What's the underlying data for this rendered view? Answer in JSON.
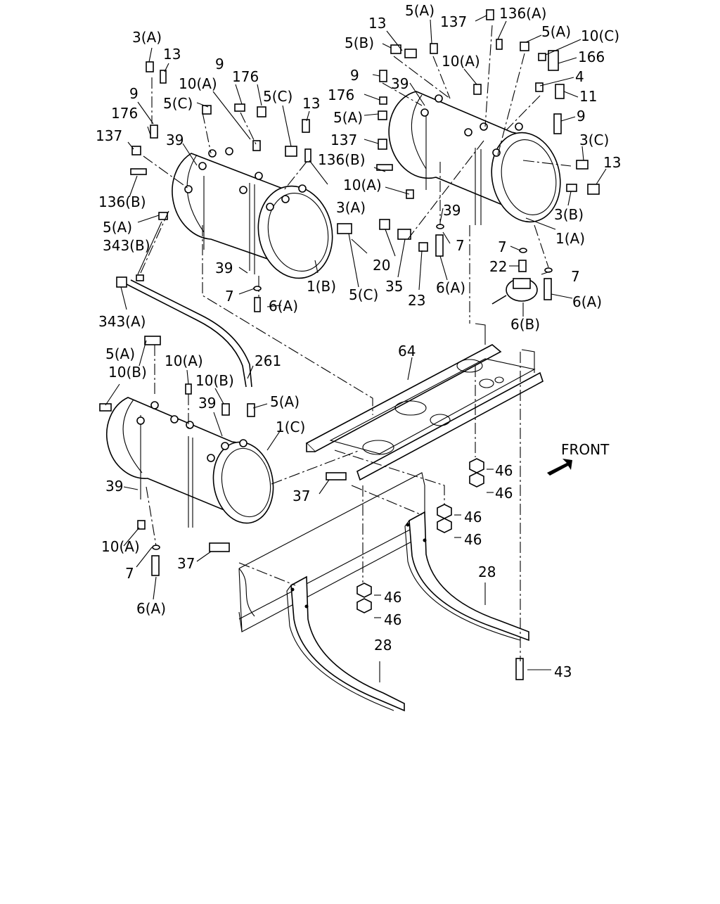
{
  "diagram": {
    "front_label": "FRONT",
    "labels": [
      {
        "id": "l1",
        "text": "3(A)"
      },
      {
        "id": "l2",
        "text": "13"
      },
      {
        "id": "l3",
        "text": "9"
      },
      {
        "id": "l4",
        "text": "176"
      },
      {
        "id": "l5",
        "text": "10(A)"
      },
      {
        "id": "l6",
        "text": "5(C)"
      },
      {
        "id": "l7",
        "text": "5(C)"
      },
      {
        "id": "l8",
        "text": "13"
      },
      {
        "id": "l9",
        "text": "9"
      },
      {
        "id": "l10",
        "text": "176"
      },
      {
        "id": "l11",
        "text": "137"
      },
      {
        "id": "l12",
        "text": "39"
      },
      {
        "id": "l13",
        "text": "136(B)"
      },
      {
        "id": "l14",
        "text": "5(A)"
      },
      {
        "id": "l15",
        "text": "343(B)"
      },
      {
        "id": "l16",
        "text": "343(A)"
      },
      {
        "id": "l17",
        "text": "39"
      },
      {
        "id": "l18",
        "text": "7"
      },
      {
        "id": "l19",
        "text": "6(A)"
      },
      {
        "id": "l20",
        "text": "1(B)"
      },
      {
        "id": "l21",
        "text": "5(C)"
      },
      {
        "id": "l22",
        "text": "3(A)"
      },
      {
        "id": "l23",
        "text": "20"
      },
      {
        "id": "l24",
        "text": "35"
      },
      {
        "id": "l25",
        "text": "23"
      },
      {
        "id": "l26",
        "text": "10(A)"
      },
      {
        "id": "l27",
        "text": "136(B)"
      },
      {
        "id": "l28",
        "text": "137"
      },
      {
        "id": "l29",
        "text": "5(A)"
      },
      {
        "id": "l30",
        "text": "176"
      },
      {
        "id": "l31",
        "text": "9"
      },
      {
        "id": "l32",
        "text": "39"
      },
      {
        "id": "l33",
        "text": "13"
      },
      {
        "id": "l34",
        "text": "5(B)"
      },
      {
        "id": "l35",
        "text": "5(A)"
      },
      {
        "id": "l36",
        "text": "137"
      },
      {
        "id": "l37",
        "text": "136(A)"
      },
      {
        "id": "l38",
        "text": "10(A)"
      },
      {
        "id": "l39",
        "text": "5(A)"
      },
      {
        "id": "l40",
        "text": "10(C)"
      },
      {
        "id": "l41",
        "text": "166"
      },
      {
        "id": "l42",
        "text": "4"
      },
      {
        "id": "l43",
        "text": "11"
      },
      {
        "id": "l44",
        "text": "9"
      },
      {
        "id": "l45",
        "text": "3(C)"
      },
      {
        "id": "l46",
        "text": "13"
      },
      {
        "id": "l47",
        "text": "3(B)"
      },
      {
        "id": "l48",
        "text": "1(A)"
      },
      {
        "id": "l49",
        "text": "39"
      },
      {
        "id": "l50",
        "text": "7"
      },
      {
        "id": "l51",
        "text": "7"
      },
      {
        "id": "l52",
        "text": "22"
      },
      {
        "id": "l53",
        "text": "7"
      },
      {
        "id": "l54",
        "text": "6(A)"
      },
      {
        "id": "l55",
        "text": "6(A)"
      },
      {
        "id": "l56",
        "text": "6(B)"
      },
      {
        "id": "l57",
        "text": "64"
      },
      {
        "id": "l58",
        "text": "261"
      },
      {
        "id": "l59",
        "text": "5(A)"
      },
      {
        "id": "l60",
        "text": "10(A)"
      },
      {
        "id": "l61",
        "text": "10(B)"
      },
      {
        "id": "l62",
        "text": "10(B)"
      },
      {
        "id": "l63",
        "text": "39"
      },
      {
        "id": "l64",
        "text": "5(A)"
      },
      {
        "id": "l65",
        "text": "1(C)"
      },
      {
        "id": "l66",
        "text": "39"
      },
      {
        "id": "l67",
        "text": "10(A)"
      },
      {
        "id": "l68",
        "text": "7"
      },
      {
        "id": "l69",
        "text": "6(A)"
      },
      {
        "id": "l70",
        "text": "37"
      },
      {
        "id": "l71",
        "text": "37"
      },
      {
        "id": "l72",
        "text": "46"
      },
      {
        "id": "l73",
        "text": "46"
      },
      {
        "id": "l74",
        "text": "46"
      },
      {
        "id": "l75",
        "text": "46"
      },
      {
        "id": "l76",
        "text": "46"
      },
      {
        "id": "l77",
        "text": "46"
      },
      {
        "id": "l78",
        "text": "28"
      },
      {
        "id": "l79",
        "text": "28"
      },
      {
        "id": "l80",
        "text": "43"
      }
    ]
  }
}
